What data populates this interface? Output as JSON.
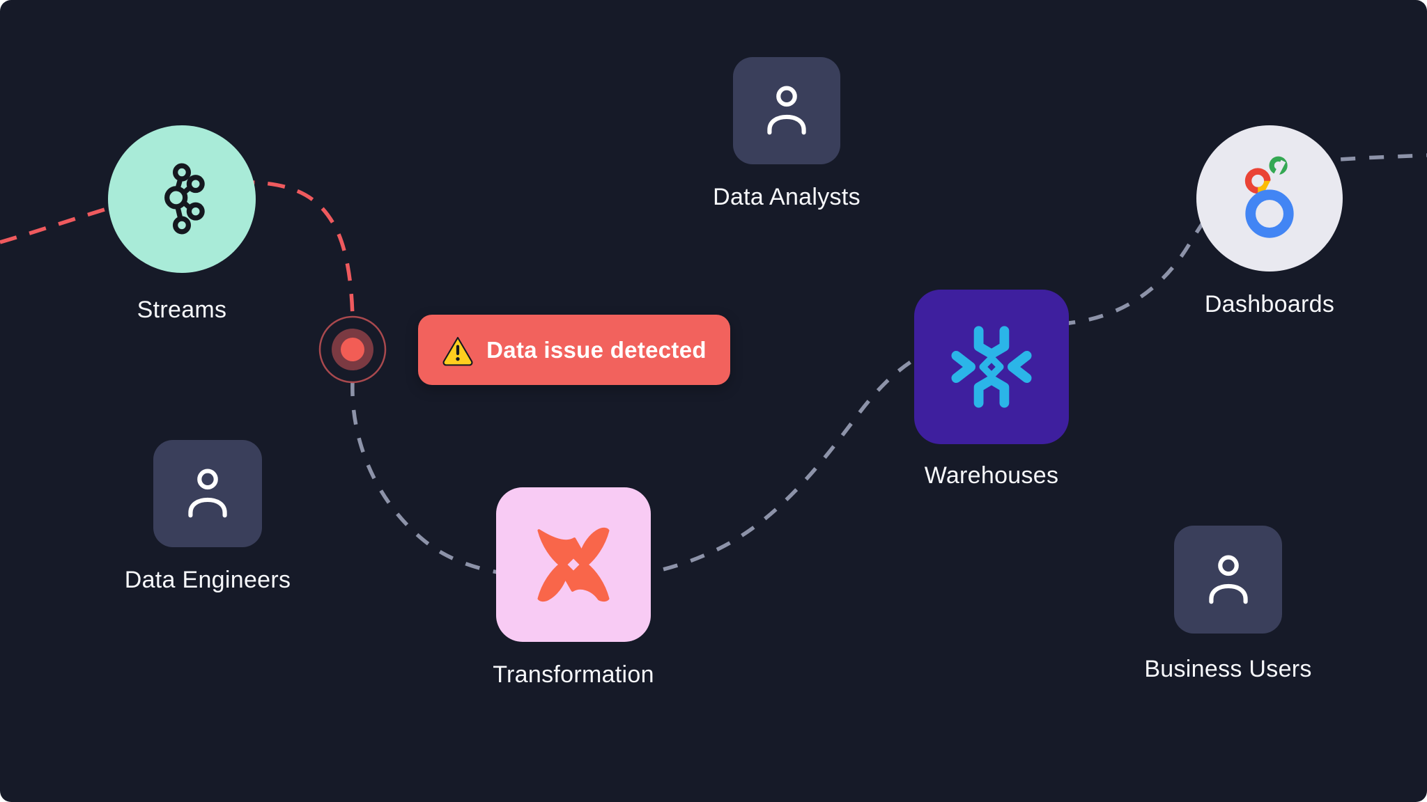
{
  "canvas": {
    "background": "#161A28",
    "type": "data-pipeline-diagram"
  },
  "nodes": [
    {
      "id": "streams",
      "label": "Streams",
      "icon": "kafka-streams-icon",
      "shape": "circle",
      "color": "#A9EBD8"
    },
    {
      "id": "data-analysts",
      "label": "Data Analysts",
      "icon": "person-icon",
      "shape": "rounded-square",
      "color": "#3A3F5B"
    },
    {
      "id": "dashboards",
      "label": "Dashboards",
      "icon": "looker-dashboard-icon",
      "shape": "circle",
      "color": "#E9E9F0"
    },
    {
      "id": "warehouses",
      "label": "Warehouses",
      "icon": "snowflake-icon",
      "shape": "rounded-square",
      "color": "#3E1F9E"
    },
    {
      "id": "transformation",
      "label": "Transformation",
      "icon": "dbt-icon",
      "shape": "rounded-square",
      "color": "#F8CBF4"
    },
    {
      "id": "data-engineers",
      "label": "Data Engineers",
      "icon": "person-icon",
      "shape": "rounded-square",
      "color": "#3A3F5B"
    },
    {
      "id": "business-users",
      "label": "Business Users",
      "icon": "person-icon",
      "shape": "rounded-square",
      "color": "#3A3F5B"
    }
  ],
  "alert": {
    "label": "Data issue detected",
    "icon": "warning-icon",
    "background": "#F2625D"
  },
  "issue_point": {
    "color": "#F25D55",
    "ring_color": "#A9494E"
  },
  "connectors": [
    {
      "id": "source-to-issue",
      "style": "dashed",
      "color": "#EF5A5E",
      "from": "left-edge",
      "through": [
        "streams"
      ],
      "to": "issue-point"
    },
    {
      "id": "issue-to-right-edge",
      "style": "dashed",
      "color": "#8D93A9",
      "from": "issue-point",
      "through": [
        "transformation",
        "warehouses",
        "dashboards"
      ],
      "to": "right-edge"
    }
  ]
}
